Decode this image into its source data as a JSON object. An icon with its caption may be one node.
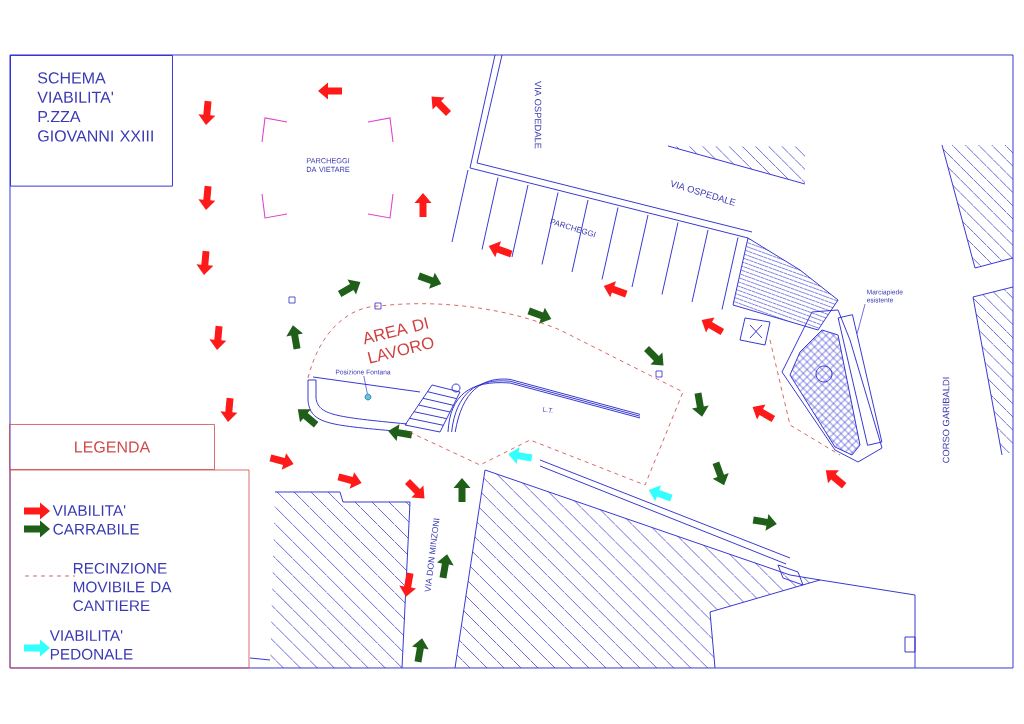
{
  "diagram": {
    "title": "SCHEMA VIABILITA' P.ZZA GIOVANNI XXIII",
    "nodes": [
      {
        "text": [
          "LEGENDA"
        ]
      },
      {
        "text": [
          "PARCHEGGI DA VIETARE"
        ]
      },
      {
        "text": [
          "AREA DI LAVORO"
        ]
      },
      {
        "text": [
          "Posizione Fontana"
        ],
        "in": 2
      },
      {
        "text": [],
        "shape": "circle",
        "in": 2
      },
      {
        "text": [
          "Marciapiede esistente"
        ]
      },
      {
        "text": [],
        "shape": "box"
      }
    ],
    "edges": [
      {
        "from": 3,
        "to": 4,
        "arrow": "none"
      },
      {
        "from": 5,
        "to": 6,
        "arrow": "none"
      }
    ],
    "labels": [
      "VIA OSPEDALE",
      "VIA OSPEDALE",
      "PARCHEGGI",
      "L.T.",
      "CORSO GARIBALDI",
      "VIA DON MINZONI"
    ],
    "legend": [
      {
        "text": "VIABILITA' CARRABILE"
      },
      {
        "text": "RECINZIONE MOVIBILE DA CANTIERE"
      },
      {
        "text": "VIABILITA' PEDONALE"
      }
    ]
  }
}
